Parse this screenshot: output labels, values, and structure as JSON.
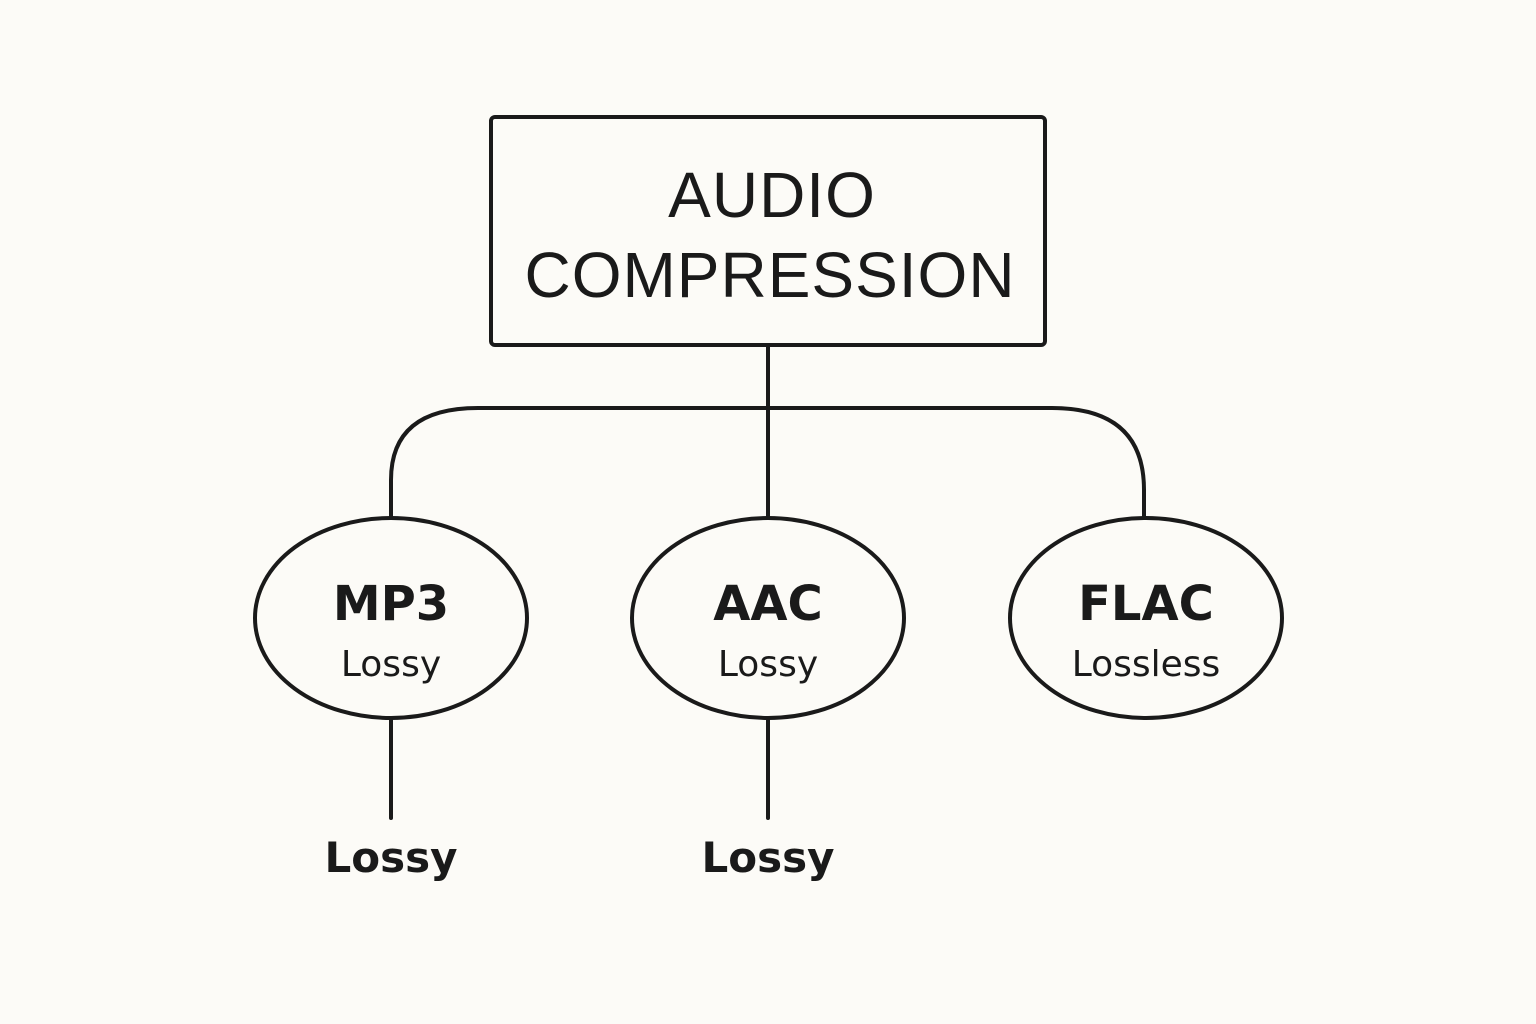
{
  "root": {
    "line1": "AUDIO",
    "line2": "COMPRESSION"
  },
  "nodes": [
    {
      "name": "MP3",
      "type": "Lossy",
      "leaf": "Lossy"
    },
    {
      "name": "AAC",
      "type": "Lossy",
      "leaf": "Lossy"
    },
    {
      "name": "FLAC",
      "type": "Lossless",
      "leaf": ""
    }
  ]
}
